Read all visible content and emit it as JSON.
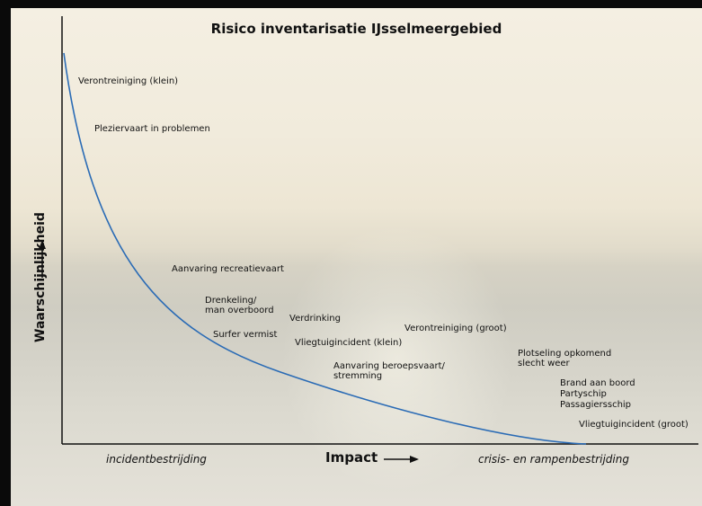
{
  "title": "Risico inventarisatie IJsselmeergebied",
  "y_axis_label": "Waarschijnlijkheid",
  "x_axis_label": "Impact",
  "footer_left": "incidentbestrijding",
  "footer_right": "crisis- en rampenbestrijding",
  "curve_color": "#2a6bb5",
  "risks": [
    {
      "text": "Verontreiniging (klein)"
    },
    {
      "text": "Pleziervaart in problemen"
    },
    {
      "text": "Aanvaring recreatievaart"
    },
    {
      "text": "Drenkeling/\nman overboord"
    },
    {
      "text": "Verdrinking"
    },
    {
      "text": "Surfer vermist"
    },
    {
      "text": "Vliegtuigincident (klein)"
    },
    {
      "text": "Verontreiniging (groot)"
    },
    {
      "text": "Plotseling opkomend\nslecht weer"
    },
    {
      "text": "Aanvaring beroepsvaart/\nstremming"
    },
    {
      "text": "Brand aan boord"
    },
    {
      "text": "Partyschip"
    },
    {
      "text": "Passagiersschip"
    },
    {
      "text": "Vliegtuigincident (groot)"
    }
  ]
}
